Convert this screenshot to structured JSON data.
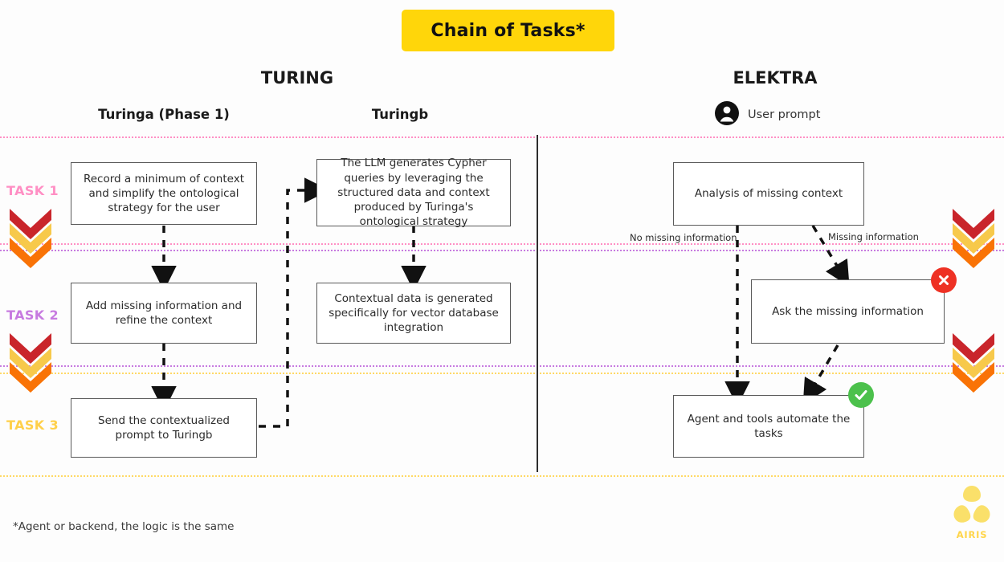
{
  "title": {
    "text": "Chain of Tasks*",
    "bg_color": "#FFD60A"
  },
  "columns": {
    "left_group": "TURING",
    "right_group": "ELEKTRA",
    "left_sub_a": "Turinga (Phase 1)",
    "left_sub_b": "Turingb"
  },
  "user_prompt": {
    "label": "User prompt",
    "icon": "user-avatar-icon"
  },
  "tasks": [
    {
      "label": "TASK 1",
      "color": "#FF8FC4"
    },
    {
      "label": "TASK 2",
      "color": "#C77BE0"
    },
    {
      "label": "TASK 3",
      "color": "#FFD04A"
    }
  ],
  "boxes": {
    "turinga_task1": "Record a minimum of context and simplify the ontological strategy for the user",
    "turinga_task2": "Add missing information and refine the context",
    "turinga_task3": "Send the contextualized prompt to Turingb",
    "turingb_task1": "The LLM generates Cypher queries by leveraging the structured data and context produced by Turinga's ontological strategy",
    "turingb_task2": "Contextual data is generated specifically for vector database integration",
    "elektra_task1": "Analysis of missing context",
    "elektra_task2": "Ask the missing information",
    "elektra_task3": "Agent and tools automate the tasks"
  },
  "edge_labels": {
    "no_missing": "No missing information",
    "missing": "Missing information"
  },
  "badges": {
    "error_icon": "cross-circle-icon",
    "success_icon": "check-circle-icon",
    "error_color": "#EE3124",
    "success_color": "#4CC14C"
  },
  "separators": {
    "pink": "#FF8FC4",
    "purple": "#C77BE0",
    "yellow": "#FFD966"
  },
  "chevron_colors": {
    "red": "#C9252B",
    "amber": "#F7C94B",
    "orange": "#F97306"
  },
  "footnote": "*Agent or backend, the logic is the same",
  "logo": {
    "name": "AIRIS",
    "color": "#FAE06A",
    "icon": "airis-trefoil-logo"
  }
}
